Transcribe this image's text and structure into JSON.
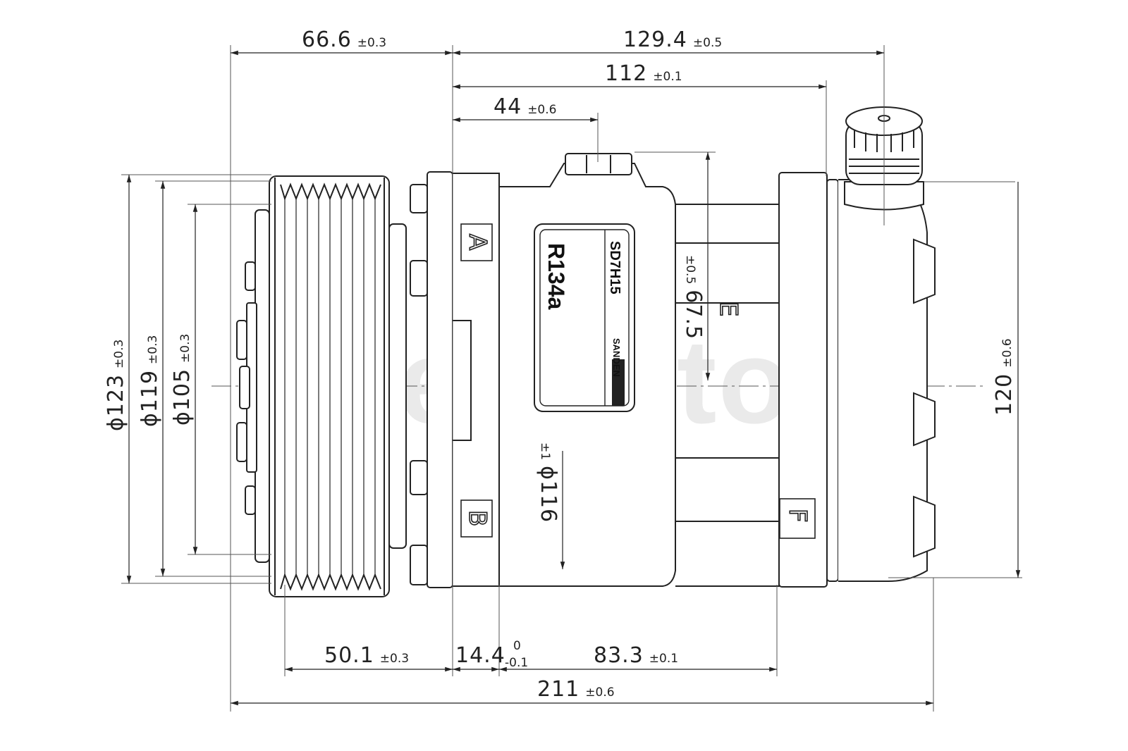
{
  "dimensions": {
    "top_66_6": {
      "value": "66.6",
      "tol": "±0.3"
    },
    "top_129_4": {
      "value": "129.4",
      "tol": "±0.5"
    },
    "top_112": {
      "value": "112",
      "tol": "±0.1"
    },
    "top_44": {
      "value": "44",
      "tol": "±0.6"
    },
    "d123": {
      "value": "ϕ123",
      "tol": "±0.3"
    },
    "d119": {
      "value": "ϕ119",
      "tol": "±0.3"
    },
    "d105": {
      "value": "ϕ105",
      "tol": "±0.3"
    },
    "v67_5": {
      "value": "67.5",
      "tol": "±0.5"
    },
    "d116": {
      "value": "ϕ116",
      "tol": "±1"
    },
    "v120": {
      "value": "120",
      "tol": "±0.6"
    },
    "b50_1": {
      "value": "50.1",
      "tol": "±0.3"
    },
    "b14_4": {
      "value": "14.4",
      "tol_upper": "0",
      "tol_lower": "-0.1"
    },
    "b83_3": {
      "value": "83.3",
      "tol": "±0.1"
    },
    "b211": {
      "value": "211",
      "tol": "±0.6"
    }
  },
  "labels": {
    "A": "A",
    "B": "B",
    "E": "E",
    "F": "F"
  },
  "nameplate": {
    "refrigerant": "R134a",
    "model": "SD7H15",
    "brand": "SANDEN"
  },
  "watermark": "Webasto"
}
